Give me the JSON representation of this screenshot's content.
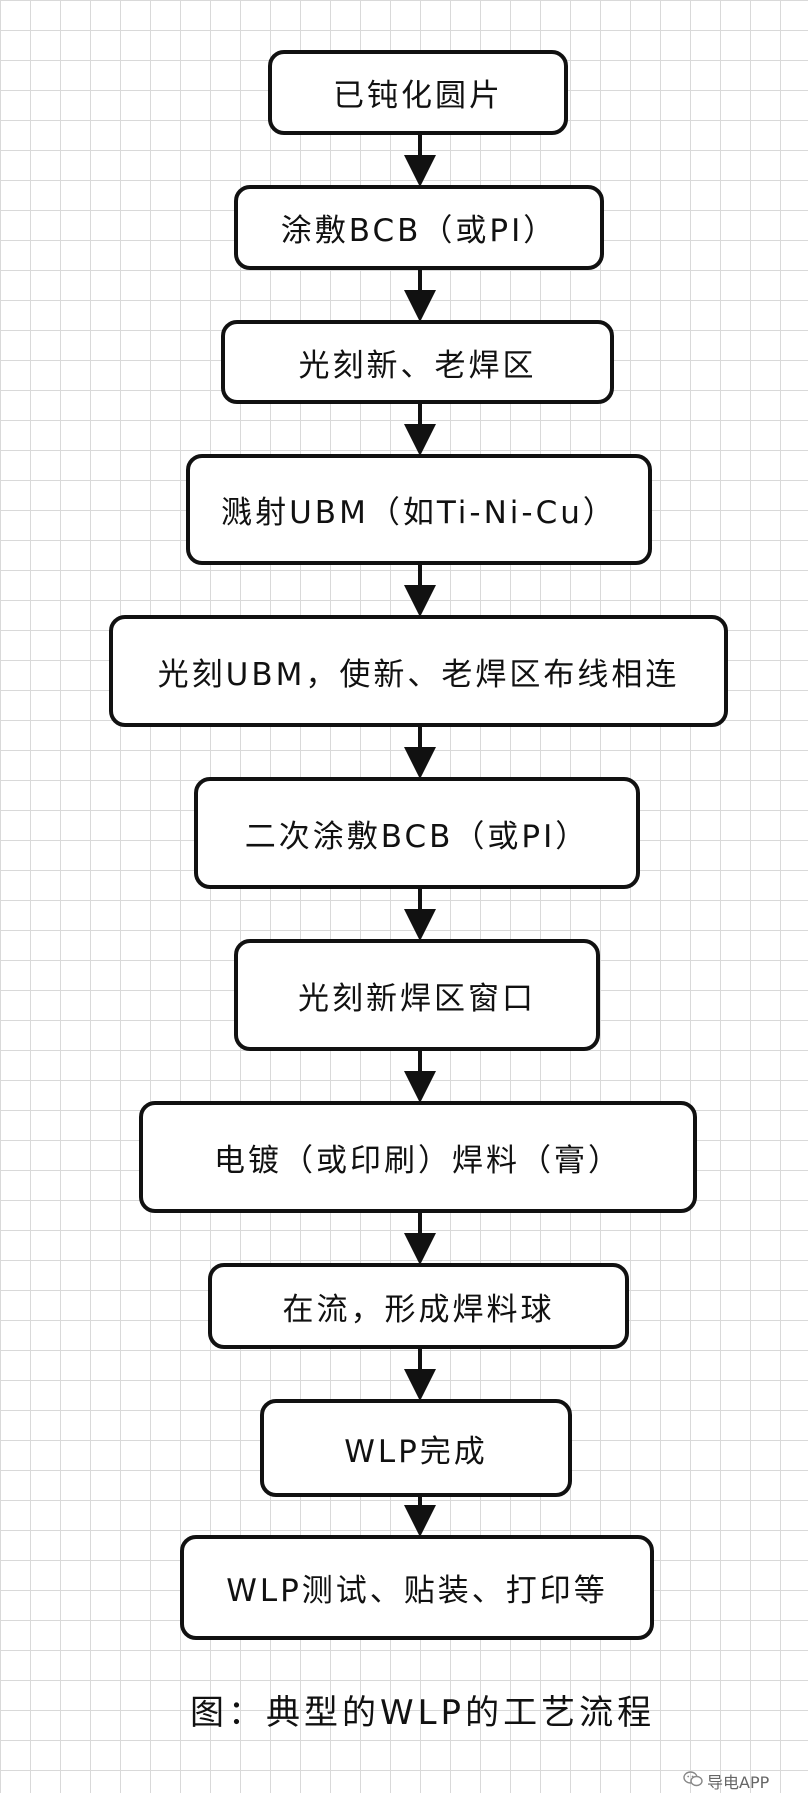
{
  "steps": [
    "已钝化圆片",
    "涂敷BCB（或PI）",
    "光刻新、老焊区",
    "溅射UBM（如Ti-Ni-Cu）",
    "光刻UBM，使新、老焊区布线相连",
    "二次涂敷BCB（或PI）",
    "光刻新焊区窗口",
    "电镀（或印刷）焊料（膏）",
    "在流，形成焊料球",
    "WLP完成",
    "WLP测试、贴装、打印等"
  ],
  "caption": "图：典型的WLP的工艺流程",
  "watermark": "导电APP",
  "colors": {
    "stroke": "#111111",
    "grid": "#d9d9d9",
    "background": "#ffffff"
  }
}
